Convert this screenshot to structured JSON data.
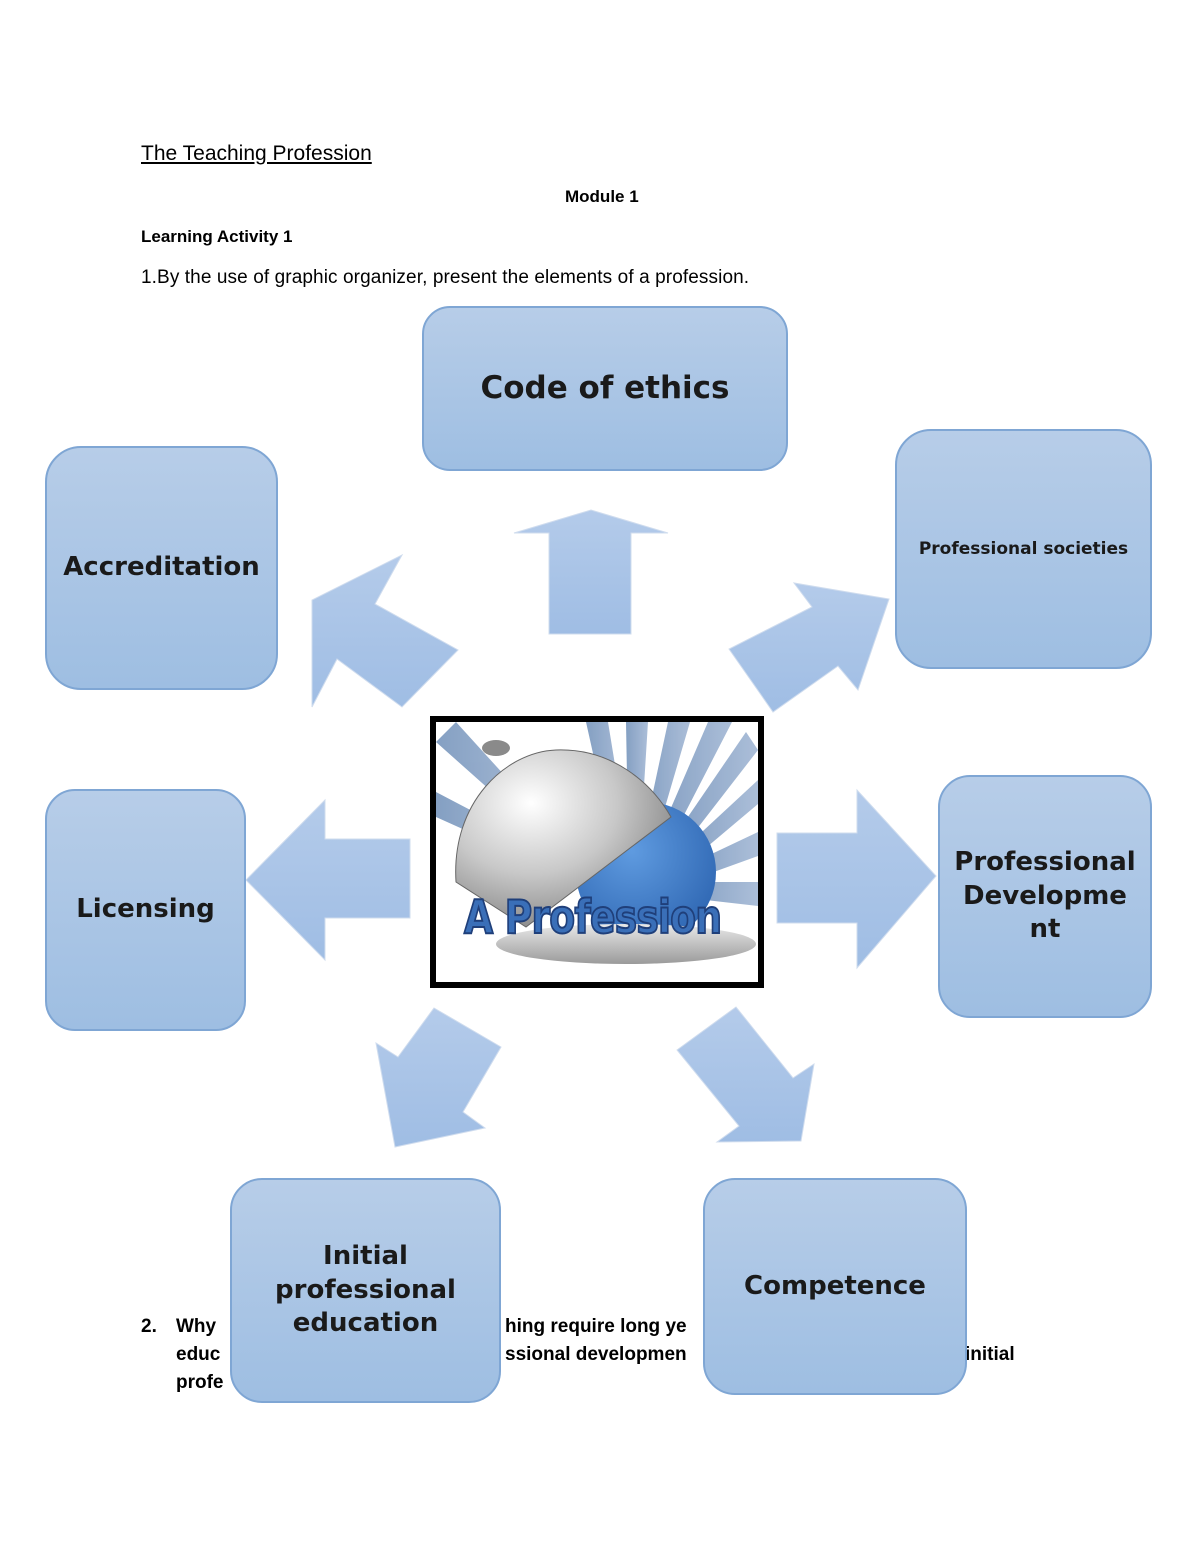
{
  "document": {
    "title": "The Teaching Profession",
    "module": "Module 1",
    "activity": "Learning Activity 1",
    "question_1": "1.By the use of graphic organizer, present the elements of a profession."
  },
  "diagram": {
    "center_label": "A Profession",
    "elements": {
      "code_of_ethics": "Code of ethics",
      "professional_societies": "Professional societies",
      "professional_development": "Professional\nDevelopme\nnt",
      "competence": "Competence",
      "initial_professional_education": "Initial\nprofessional\neducation",
      "licensing": "Licensing",
      "accreditation": "Accreditation"
    },
    "colors": {
      "box_fill": "#b7cde8",
      "box_border": "#7fa6d4",
      "arrow_fill": "#a9c3e6"
    }
  },
  "question_2": {
    "number": "2.",
    "line_1a": "Why",
    "line_1b": "hing require long ye",
    "line_2a": "educ",
    "line_2b": "ssional developmen",
    "line_2c": "initial",
    "line_3a": "profe"
  }
}
